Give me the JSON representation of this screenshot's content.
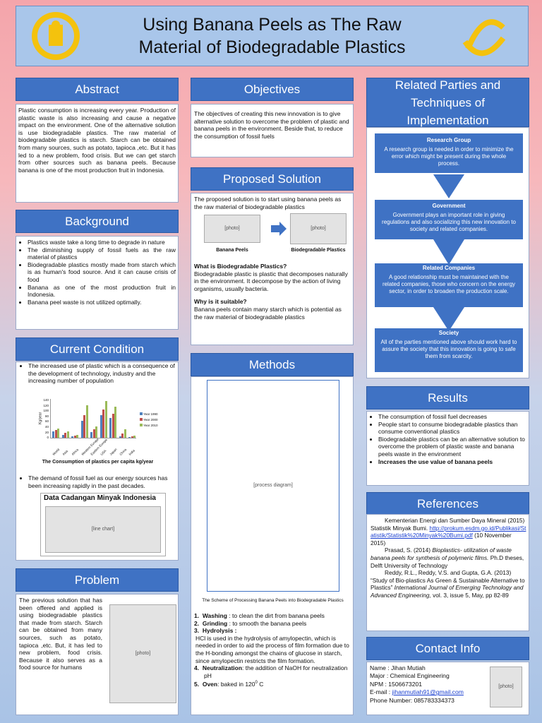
{
  "title": {
    "line1": "Using Banana Peels as The Raw",
    "line2": "Material of Biodegradable Plastics"
  },
  "abstract": {
    "header": "Abstract",
    "text": "Plastic consumption is increasing every year. Production of plastic waste is also increasing and cause a negative impact on the environment. One of the alternative solution is use biodegradable plastics. The raw material of biodegradable plastics is starch. Starch can be obtained from many sources, such as potato, tapioca ,etc. But it has led to a new problem, food crisis. But we can get starch from other sources such as banana peels. Because banana is one of the most production fruit in Indonesia."
  },
  "background": {
    "header": "Background",
    "items": [
      "Plastics waste take a long time to degrade in nature",
      "The diminishing supply of fossil fuels as the raw material of plastics",
      "Biodegradable plastics mostly made from starch which is as human's food source. And it can cause crisis of food",
      "Banana as one of the most production fruit in Indonesia.",
      "Banana peel waste is not utilized optimally."
    ]
  },
  "current": {
    "header": "Current Condition",
    "item1": "The increased use of plastic which is a consequence of the development of technology, industry and the increasing number of population",
    "chart_caption": "The Consumption of plastics per capita kg/year",
    "item2": "The demand of fossil fuel as our energy sources has been increasing rapidly in the past decades.",
    "line_chart_title": "Data Cadangan Minyak Indonesia"
  },
  "problem": {
    "header": "Problem",
    "text": "The previous solution that has been offered and applied is using biodegradable plastics that made from starch. Starch can be obtained from many sources, such as potato, tapioca ,etc. But, it has led to new problem, food crisis. Because it also serves as a food source for humans"
  },
  "objectives": {
    "header": "Objectives",
    "text": "The objectives of creating this new innovation is to give alternative solution to overcome the problem of plastic and banana peels in the environment. Beside that, to reduce the consumption of fossil fuels"
  },
  "proposed": {
    "header": "Proposed Solution",
    "intro": "The proposed solution is to start using banana peels as the raw material of biodegradable plastics",
    "img1_caption": "Banana Peels",
    "img2_caption": "Biodegradable Plastics",
    "q1": "What is Biodegradable Plastics?",
    "a1": "Biodegradable plastic is plastic that decomposes naturally in the environment. It decompose by the action of living organisms, usually bacteria.",
    "q2": "Why is it suitable?",
    "a2": "Banana peels contain many starch which is potential as the raw material of biodegradable plastics"
  },
  "methods": {
    "header": "Methods",
    "scheme_caption": "The Scheme of Processing Banana Peels into Biodegradable Plastics",
    "steps": [
      {
        "num": "1.",
        "label": "Washing",
        "text": " : to clean the dirt from banana peels"
      },
      {
        "num": "2.",
        "label": "Grinding",
        "text": " : to smooth the banana peels"
      },
      {
        "num": "3.",
        "label": "Hydrolysis",
        "text": " :"
      }
    ],
    "hydrolysis_text": "HCl is used in the hydrolysis of amylopectin, which is needed in order to aid the process of film formation due to the H-bonding amongst the chains of glucose in starch, since amylopectin restricts the film formation.",
    "step4_num": "4.",
    "step4_label": "Neutralization",
    "step4_text": ": the addition of NaOH for neutralization pH",
    "step5_num": "5.",
    "step5_label": "Oven",
    "step5_text": ": baked in 120",
    "step5_deg": "0",
    "step5_unit": " C"
  },
  "related": {
    "header": "Related Parties and Techniques of Implementation",
    "boxes": [
      {
        "title": "Research Group",
        "text": "A research group is needed in order to minimize the error which might be present during the whole process."
      },
      {
        "title": "Government",
        "text": "Government plays an important role in giving regulations and also socializing this new innovation to society and related companies."
      },
      {
        "title": "Related Companies",
        "text": "A good relationship must be maintained with the related companies, those who concern on the energy sector, in order to broaden the production scale."
      },
      {
        "title": "Society",
        "text": "All of the parties mentioned above should work hard to assure the society that this innovation is going to safe them from scarcity."
      }
    ]
  },
  "results": {
    "header": "Results",
    "items": [
      "The consumption of fossil fuel decreases",
      "People start to consume biodegradable plastics than consume conventional plastics",
      "Biodegradable plastics can be an alternative solution to overcome the problem of plastic waste and banana peels waste in the environment",
      "Increases the use value of banana peels"
    ]
  },
  "references": {
    "header": "References",
    "ref1_text": "Kementerian Energi dan Sumber Daya Mineral (2015) Statistik Minyak Bumi.",
    "ref1_link": "http://prokum.esdm.go.id/Publikasi/Statistik/Statistik%20Minyak%20Bumi.pdf",
    "ref1_date": " (10 November 2015)",
    "ref2_a": "Prasad, S. (2014) ",
    "ref2_it": "Bioplastics- utilization of waste banana peels for synthesis of polymeric films.",
    "ref2_b": " Ph.D theses, Delft University of Technology",
    "ref3_a": "Reddy, R.L., Reddy, V.S. and Gupta, G.A. (2013) “Study of Bio-plastics As Green & Sustainable Alternative to Plastics” ",
    "ref3_it": "International Journal of Emerging Technology and Advanced Engineering,",
    "ref3_b": " vol. 3, issue 5, May, pp 82-89"
  },
  "contact": {
    "header": "Contact Info",
    "name": "Name   : Jihan Mutiah",
    "major": "Major   : Chemical Engineering",
    "npm": "NPM     : 1506673201",
    "email_label": "E-mail   : ",
    "email": "jihanmutiah91@gmail.com",
    "phone": "Phone Number: 085783334373"
  },
  "bar_chart": {
    "y_ticks": [
      "140",
      "120",
      "100",
      "80",
      "60",
      "40",
      "20",
      "0"
    ],
    "y_axis_label": "Kg/year",
    "countries": [
      "World",
      "Asia",
      "Africa",
      "Western Europe",
      "Eastern Europe",
      "USA",
      "Japan",
      "China",
      "India"
    ],
    "legend": [
      "Year 1990",
      "Year 2000",
      "Year 2010"
    ],
    "colors": [
      "#4f81bd",
      "#c0504d",
      "#9bbb59"
    ]
  },
  "chart_data": {
    "type": "bar",
    "categories": [
      "World",
      "Asia",
      "Africa",
      "Western Europe",
      "Eastern Europe",
      "USA",
      "Japan",
      "China",
      "India"
    ],
    "series": [
      {
        "name": "Year 1990",
        "values": [
          22,
          10,
          5,
          60,
          20,
          80,
          70,
          6,
          2
        ]
      },
      {
        "name": "Year 2000",
        "values": [
          28,
          17,
          7,
          80,
          30,
          100,
          85,
          15,
          4
        ]
      },
      {
        "name": "Year 2010",
        "values": [
          32,
          22,
          9,
          115,
          40,
          130,
          110,
          30,
          8
        ]
      }
    ],
    "title": "",
    "ylabel": "Kg/year",
    "ylim": [
      0,
      140
    ]
  }
}
